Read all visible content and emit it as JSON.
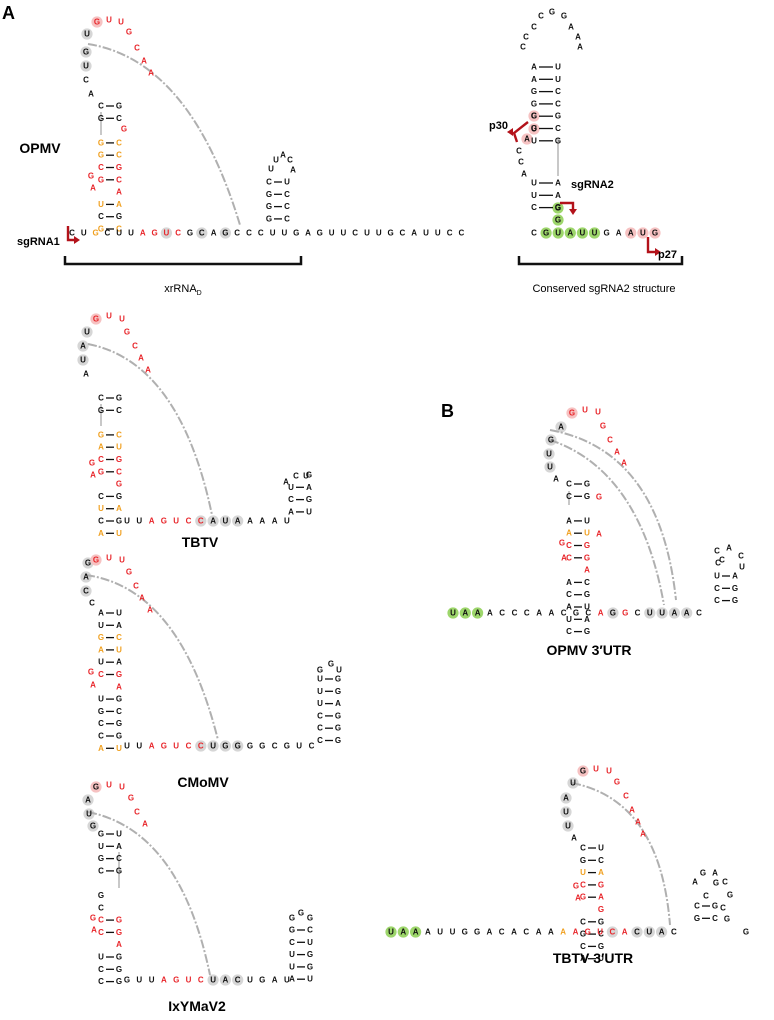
{
  "colors": {
    "black": "#111111",
    "red": "#e8262b",
    "orange": "#f0a020",
    "grey_circle": "#d6d6d6",
    "pink_circle": "#f6c2c2",
    "green_circle": "#9dd66b",
    "arrow": "#b3121a",
    "arc": "#b0b0b0",
    "pair_line": "#111111"
  },
  "panels": {
    "a": "A",
    "b": "B"
  },
  "labels": {
    "opmv": "OPMV",
    "tbtv": "TBTV",
    "cmomv": "CMoMV",
    "ixymav2": "IxYMaV2",
    "opmv_utr": "OPMV 3′UTR",
    "tbtv_utr": "TBTV 3′UTR",
    "sgrna1": "sgRNA1",
    "sgrna2": "sgRNA2",
    "p30": "p30",
    "p27": "p27",
    "xrrna_base": "xrRNA",
    "xrrna_sub": "D",
    "conserved": "Conserved sgRNA2 structure"
  },
  "sequences": {
    "opmv_linear": "CUGCUUAGUCGCAGCCCUUGAGUUCUUGCAUUCCGUAUUGAAUG",
    "opmv_stem_5p": "GGCGAUCG",
    "opmv_stem_3p": "GCCGCAGG",
    "opmv_loop": "UGUUGCAA",
    "tbtv_linear": "UUAGUCCAUAAAAU",
    "cmomv_linear": "UUAGUCCUGGGGCGUC",
    "ixymav2_linear": "GUUAGUCUACUGAU",
    "opmv_utr_linear": "UAAACCCAACGCAGGCUUAAC",
    "tbtv_utr_linear": "UAAAUUGGACACAAAAGUCACUAC"
  }
}
